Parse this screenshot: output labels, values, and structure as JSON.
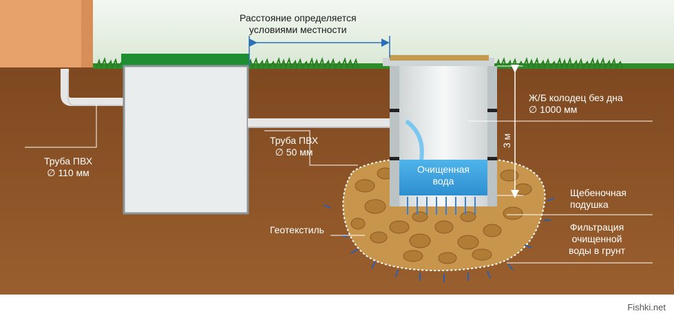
{
  "colors": {
    "sky_top": "#eef4ee",
    "sky_bottom": "#dfeadb",
    "soil": "#8a5226",
    "soil_dark": "#6e3e18",
    "grass": "#2f8a2a",
    "tank": "#e9edee",
    "tank_lid": "#1f8e33",
    "pipe": "#e6e6e6",
    "gravel": "#c8954d",
    "water": "#3aa3e0",
    "ring": "#f2f4f4",
    "house": "#e8a36c"
  },
  "labels": {
    "distance": "Расстояние определяется\nусловиями местности",
    "pipe_110": "Труба ПВХ\n∅ 110 мм",
    "pipe_50": "Труба ПВХ\n∅ 50 мм",
    "well": "Ж/Б колодец без дна\n∅ 1000 мм",
    "depth": "3 м",
    "clean_water": "Очищенная\nвода",
    "gravel": "Щебеночная\nподушка",
    "geotextile": "Геотекстиль",
    "filtration": "Фильтрация\nочищенной\nводы в грунт",
    "watermark": "Fishki.net"
  }
}
